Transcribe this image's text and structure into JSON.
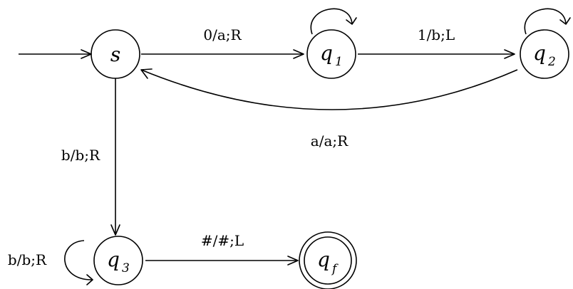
{
  "diagram": {
    "states": {
      "s": {
        "name": "s",
        "subscript": ""
      },
      "q1": {
        "name": "q",
        "subscript": "1"
      },
      "q2": {
        "name": "q",
        "subscript": "2"
      },
      "q3": {
        "name": "q",
        "subscript": "3"
      },
      "qf": {
        "name": "q",
        "subscript": "f"
      }
    },
    "transitions": {
      "s_q1": "0/a;R",
      "q1_q2": "1/b;L",
      "q2_s": "a/a;R",
      "s_q3": "b/b;R",
      "q3_loop": "b/b;R",
      "q3_qf": "#/#;L"
    }
  }
}
